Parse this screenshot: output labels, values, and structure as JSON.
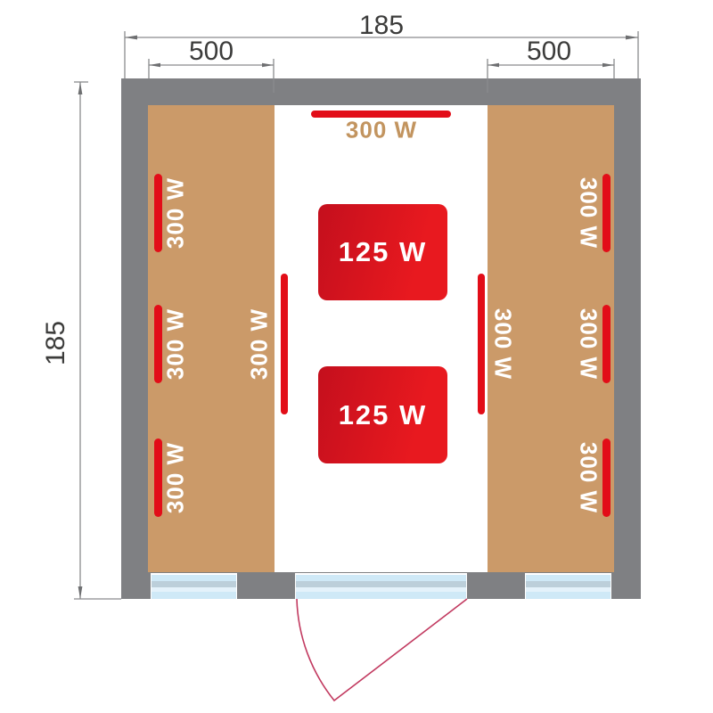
{
  "diagram": {
    "title": "sauna-floor-plan",
    "dimensions": {
      "overall_width": "185",
      "overall_height": "185",
      "bench_left_width": "500",
      "bench_right_width": "500"
    },
    "heaters": {
      "ceiling": "300 W",
      "left_wall": [
        "300 W",
        "300 W",
        "300 W"
      ],
      "right_wall": [
        "300 W",
        "300 W",
        "300 W"
      ],
      "left_mid": "300 W",
      "right_mid": "300 W",
      "floor": [
        "125 W",
        "125 W"
      ]
    },
    "colors": {
      "wall_gray": "#7f8083",
      "bench_wood": "#cb9a69",
      "heater_red": "#e20d18",
      "floor_heater_gradient": [
        "#c40f1d",
        "#e8191f"
      ],
      "glass_blue": "#cfe9f7",
      "glass_band": "#bccfda",
      "door_swing_line": "#c23a60",
      "ceiling_label_tan": "#c2945f",
      "dimension_text": "#3c3c3b",
      "dimension_line": "#8a8b8d"
    }
  }
}
